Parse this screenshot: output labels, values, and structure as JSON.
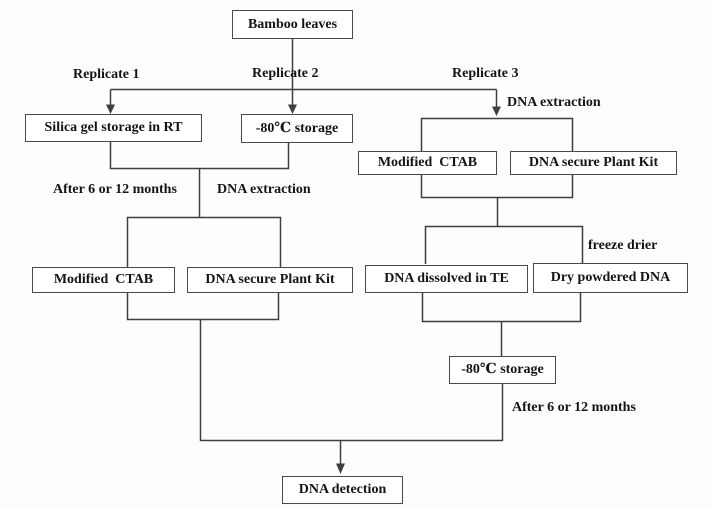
{
  "nodes": {
    "bamboo_leaves": "Bamboo leaves",
    "silica_gel_storage": "Silica gel storage in RT",
    "minus80_storage_top": "-80℃ storage",
    "modified_ctab_right": "Modified  CTAB",
    "dna_secure_kit_right": "DNA secure Plant Kit",
    "modified_ctab_left": "Modified  CTAB",
    "dna_secure_kit_left": "DNA secure Plant Kit",
    "dna_dissolved_te": "DNA dissolved in TE",
    "dry_powdered_dna": "Dry powdered DNA",
    "minus80_storage_bottom": "-80℃ storage",
    "dna_detection": "DNA detection"
  },
  "labels": {
    "replicate_1": "Replicate 1",
    "replicate_2": "Replicate 2",
    "replicate_3": "Replicate 3",
    "dna_extraction_right": "DNA extraction",
    "after_6_or_12_months_left": "After 6 or 12 months",
    "dna_extraction_left": "DNA extraction",
    "freeze_drier": "freeze drier",
    "after_6_or_12_months_right": "After 6 or 12 months"
  },
  "colors": {
    "line": "#3f3f3f",
    "box_border": "#4a4a4a",
    "text": "#141414",
    "background": "#fdfdfd"
  }
}
